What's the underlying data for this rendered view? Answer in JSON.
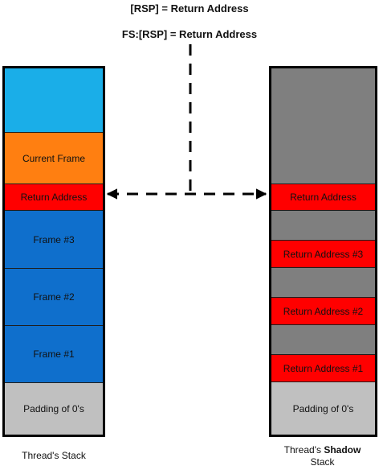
{
  "header": {
    "rsp_line": "[RSP] = Return Address",
    "fs_line": "FS:[RSP] = Return Address"
  },
  "thread_stack": {
    "segments": [
      {
        "label": "",
        "color": "#1aaee8"
      },
      {
        "label": "Current Frame",
        "color": "#ff7f11"
      },
      {
        "label": "Return Address",
        "color": "#ff0000"
      },
      {
        "label": "Frame #3",
        "color": "#0f6fcc"
      },
      {
        "label": "Frame #2",
        "color": "#0f6fcc"
      },
      {
        "label": "Frame #1",
        "color": "#0f6fcc"
      },
      {
        "label": "Padding of 0's",
        "color": "#c0c0c0"
      }
    ],
    "caption": "Thread's Stack"
  },
  "shadow_stack": {
    "segments": [
      {
        "label": "",
        "color": "#7f7f7f"
      },
      {
        "label": "Return Address",
        "color": "#ff0000"
      },
      {
        "label": "",
        "color": "#7f7f7f"
      },
      {
        "label": "Return Address #3",
        "color": "#ff0000"
      },
      {
        "label": "",
        "color": "#7f7f7f"
      },
      {
        "label": "Return Address #2",
        "color": "#ff0000"
      },
      {
        "label": "",
        "color": "#7f7f7f"
      },
      {
        "label": "Return Address #1",
        "color": "#ff0000"
      },
      {
        "label": "Padding of 0's",
        "color": "#c0c0c0"
      }
    ],
    "caption_prefix": "Thread's",
    "caption_bold": "Shadow",
    "caption_suffix": "Stack"
  }
}
